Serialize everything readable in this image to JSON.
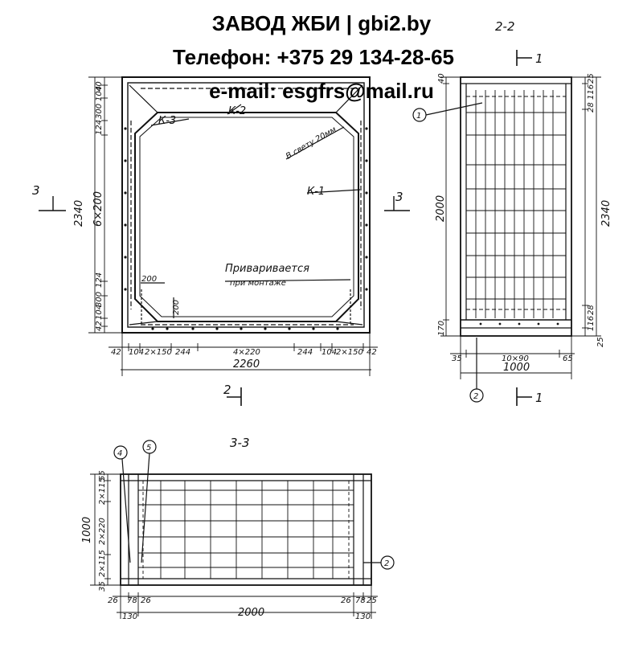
{
  "header": {
    "line1": "ЗАВОД ЖБИ | gbi2.by",
    "line2": "Телефон: +375 29 134-28-65",
    "line3": "e-mail: esgfrs@mail.ru"
  },
  "plan": {
    "label_k1": "К-1",
    "label_k2": "К-2",
    "label_k3": "К-3",
    "note_clear": "В свету 20мм",
    "note_weld_1": "Приваривается",
    "note_weld_2": "при монтаже",
    "height_total": "2340",
    "height_mid": "6×200",
    "left_top": [
      "40",
      "104",
      "300",
      "124"
    ],
    "left_bottom": [
      "124",
      "300",
      "104",
      "42"
    ],
    "detail_200_a": "200",
    "detail_200_b": "200",
    "bottom_dims": [
      "42",
      "104",
      "2×150",
      "244",
      "4×220",
      "244",
      "104",
      "2×150",
      "42"
    ],
    "width_total": "2260",
    "section_3_left": "3",
    "section_3_right": "3",
    "section_2": "2"
  },
  "section22": {
    "title": "2-2",
    "cut_1_top": "1",
    "cut_1_bottom": "1",
    "callout_1": "1",
    "callout_2": "2",
    "left_top": "40",
    "right_top": [
      "25",
      "116",
      "28"
    ],
    "height_mid": "2000",
    "height_total": "2340",
    "left_bottom": "170",
    "right_bottom": [
      "28",
      "116",
      "25"
    ],
    "bottom_dims": [
      "35",
      "10×90",
      "65"
    ],
    "width_total": "1000"
  },
  "section33": {
    "title": "3-3",
    "callout_4": "4",
    "callout_5": "5",
    "callout_2": "2",
    "left_dims": [
      "55",
      "2×115",
      "2×220",
      "2×115",
      "35"
    ],
    "height_total": "1000",
    "bottom_small": [
      "26",
      "78",
      "26",
      "26",
      "78",
      "25"
    ],
    "bottom_main": [
      "130",
      "2000",
      "130"
    ]
  }
}
